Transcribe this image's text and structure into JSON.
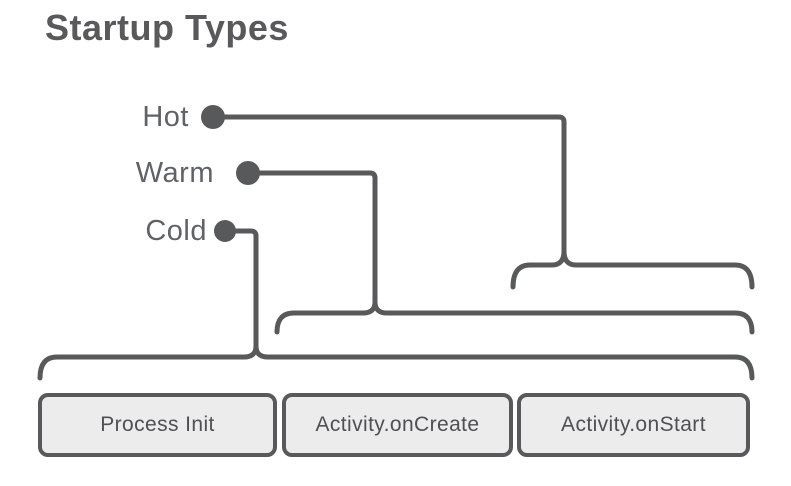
{
  "title": "Startup Types",
  "startup_types": [
    {
      "label": "Hot",
      "covers": [
        "Activity.onStart"
      ]
    },
    {
      "label": "Warm",
      "covers": [
        "Activity.onCreate",
        "Activity.onStart"
      ]
    },
    {
      "label": "Cold",
      "covers": [
        "Process Init",
        "Activity.onCreate",
        "Activity.onStart"
      ]
    }
  ],
  "phases": [
    {
      "label": "Process Init"
    },
    {
      "label": "Activity.onCreate"
    },
    {
      "label": "Activity.onStart"
    }
  ],
  "colors": {
    "background": "#ffffff",
    "line": "#58595b",
    "title_text": "#58595b",
    "label_text": "#5f6368",
    "box_fill": "#ececec",
    "box_border": "#58595b",
    "box_text": "#4f5053"
  }
}
